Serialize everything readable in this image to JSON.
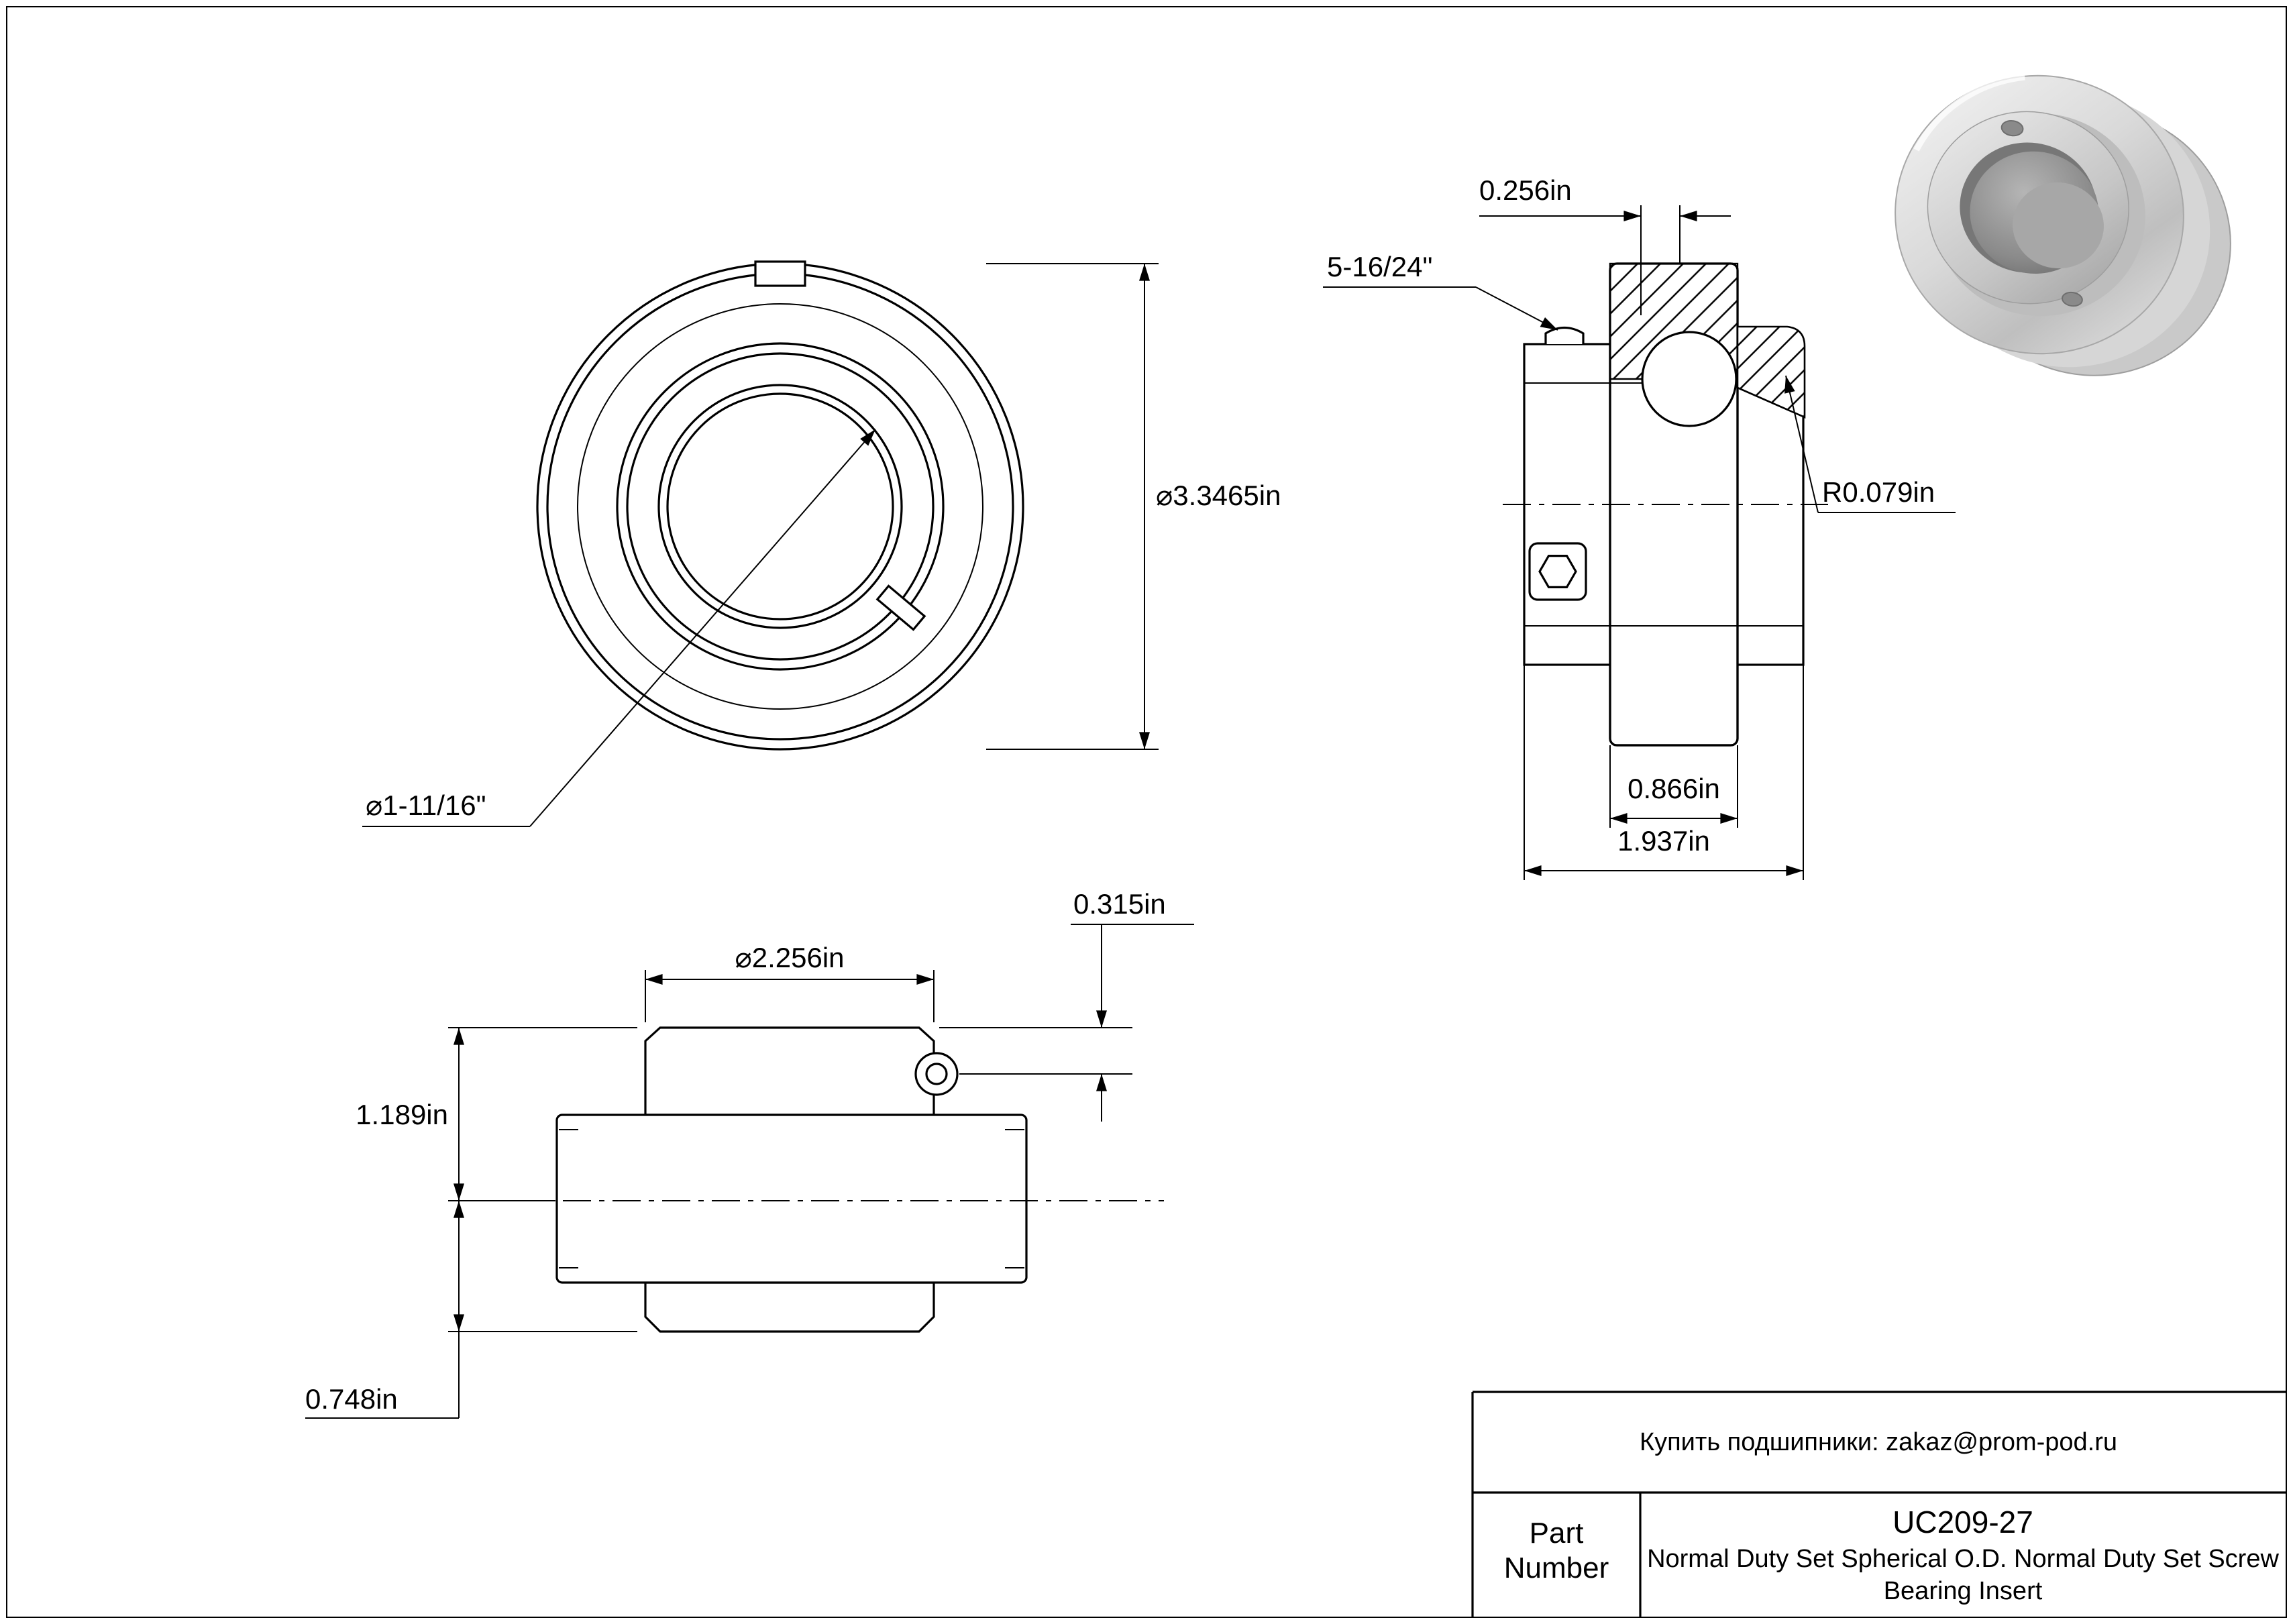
{
  "front_view": {
    "outer_diameter_label": "⌀3.3465in",
    "bore_diameter_label": "⌀1-11/16\""
  },
  "section_view": {
    "screw_offset_label": "0.256in",
    "set_screw_thread_label": "5-16/24\"",
    "fillet_radius_label": "R0.079in",
    "outer_ring_width_label": "0.866in",
    "total_width_label": "1.937in"
  },
  "side_view": {
    "inner_ring_od_label": "⌀2.256in",
    "screw_offset_label": "0.315in",
    "upper_width_label": "1.189in",
    "lower_width_label": "0.748in"
  },
  "title_block": {
    "contact": "Купить подшипники: zakaz@prom-pod.ru",
    "part_label_line1": "Part",
    "part_label_line2": "Number",
    "part_number": "UC209-27",
    "description_line1": "Normal Duty Set Spherical O.D. Normal Duty Set Screw",
    "description_line2": "Bearing Insert"
  }
}
